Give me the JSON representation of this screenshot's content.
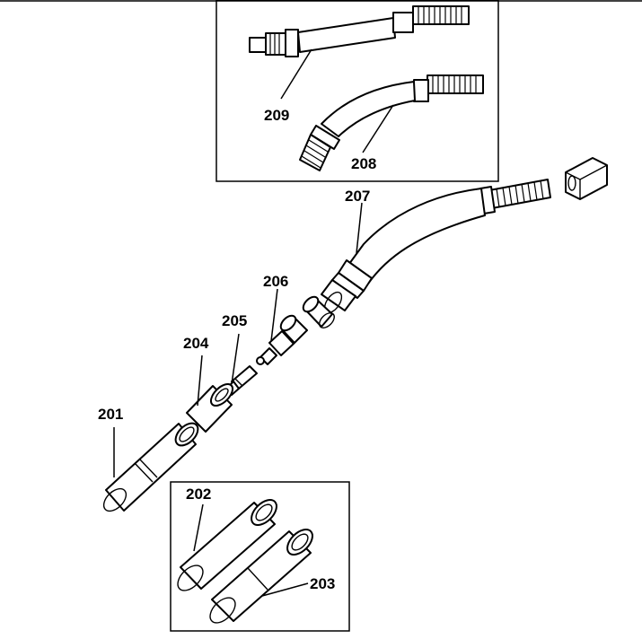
{
  "diagram": {
    "callouts": {
      "p201": "201",
      "p202": "202",
      "p203": "203",
      "p204": "204",
      "p205": "205",
      "p206": "206",
      "p207": "207",
      "p208": "208",
      "p209": "209"
    }
  }
}
